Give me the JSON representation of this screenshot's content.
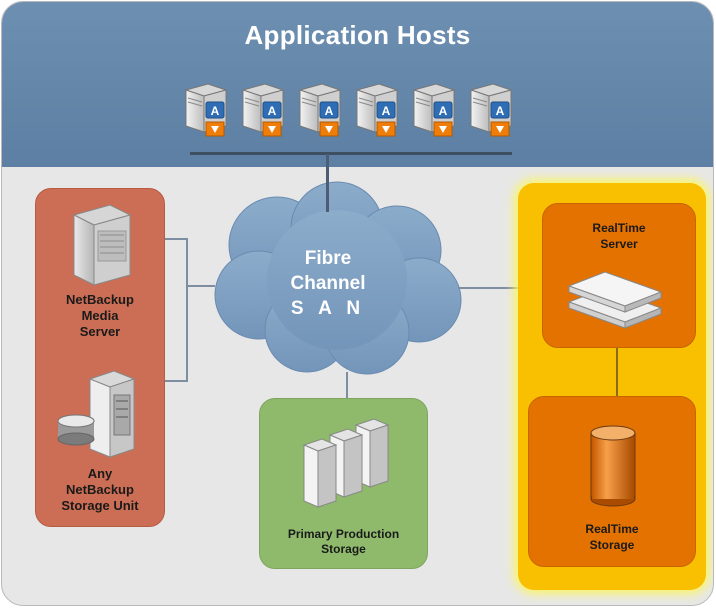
{
  "header": {
    "title": "Application Hosts"
  },
  "hosts": [
    {
      "badge": "A"
    },
    {
      "badge": "A"
    },
    {
      "badge": "A"
    },
    {
      "badge": "A"
    },
    {
      "badge": "A"
    },
    {
      "badge": "A"
    }
  ],
  "san": {
    "line1": "Fibre",
    "line2": "Channel",
    "line3": "S A N"
  },
  "netbackup": {
    "media_server_label": "NetBackup\nMedia\nServer",
    "storage_unit_label": "Any\nNetBackup\nStorage Unit"
  },
  "primary": {
    "label": "Primary Production\nStorage"
  },
  "realtime": {
    "server_label": "RealTime\nServer",
    "storage_label": "RealTime\nStorage"
  },
  "colors": {
    "header": "#6283a7",
    "netbackup_panel": "#cc6e55",
    "primary_panel": "#8fba6c",
    "realtime_outer": "#f8c000",
    "realtime_inner": "#e47200",
    "cloud": "#7fa0c2"
  }
}
